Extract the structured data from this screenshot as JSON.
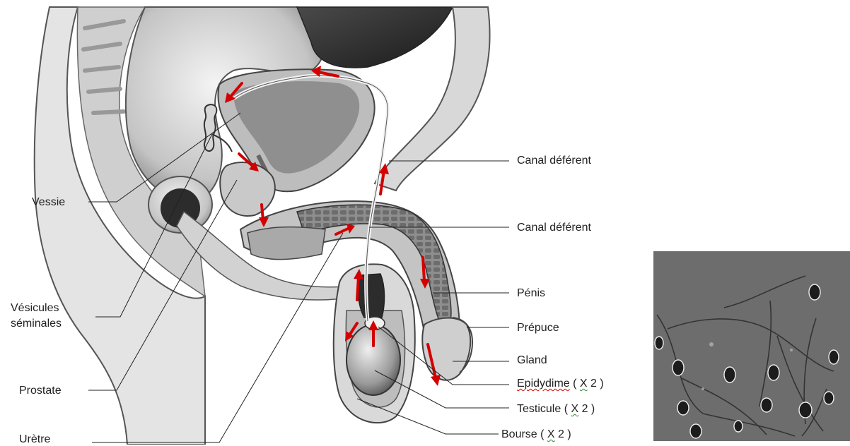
{
  "labels": {
    "vessie": "Vessie",
    "vesicules_1": "Vésicules",
    "vesicules_2": "séminales",
    "prostate": "Prostate",
    "uretre": "Urètre",
    "canal_1": "Canal déférent",
    "canal_2": "Canal déférent",
    "penis": "Pénis",
    "prepuce": "Prépuce",
    "gland": "Gland",
    "epidydime": {
      "word": "Epidydime",
      "sep": " ( ",
      "x": "X",
      "rest": " 2 )"
    },
    "testicule": {
      "word": "Testicule",
      "sep": " ( ",
      "x": "X",
      "rest": " 2 )"
    },
    "bourse": {
      "word": "Bourse",
      "sep": " ( ",
      "x": "X",
      "rest": " 2 )"
    }
  },
  "colors": {
    "arrow": "#d40000",
    "tissue_light": "#e9e9e9",
    "tissue_mid": "#b5b5b5",
    "tissue_dark": "#3a3a3a",
    "photo_bg": "#5f5f5f"
  }
}
